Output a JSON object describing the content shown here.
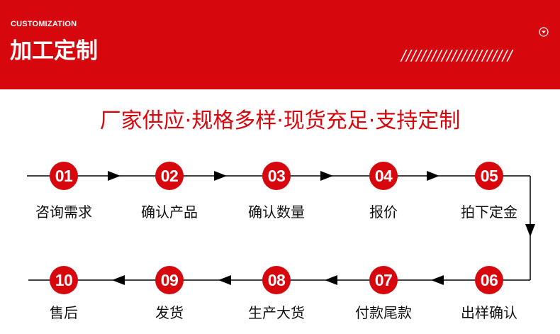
{
  "header": {
    "subtitle": "CUSTOMIZATION",
    "title": "加工定制",
    "decoration": "//////////////////////"
  },
  "headline": "厂家供应·规格多样·现货充足·支持定制",
  "steps": [
    {
      "num": "01",
      "label": "咨询需求"
    },
    {
      "num": "02",
      "label": "确认产品"
    },
    {
      "num": "03",
      "label": "确认数量"
    },
    {
      "num": "04",
      "label": "报价"
    },
    {
      "num": "05",
      "label": "拍下定金"
    },
    {
      "num": "06",
      "label": "出样确认"
    },
    {
      "num": "07",
      "label": "付款尾款"
    },
    {
      "num": "08",
      "label": "生产大货"
    },
    {
      "num": "09",
      "label": "发货"
    },
    {
      "num": "10",
      "label": "售后"
    }
  ],
  "colors": {
    "accent": "#d7070e",
    "text": "#111111",
    "line": "#000000"
  },
  "icons": {
    "header": "chevron-circle-down-icon",
    "connector": "arrow-right-icon"
  }
}
